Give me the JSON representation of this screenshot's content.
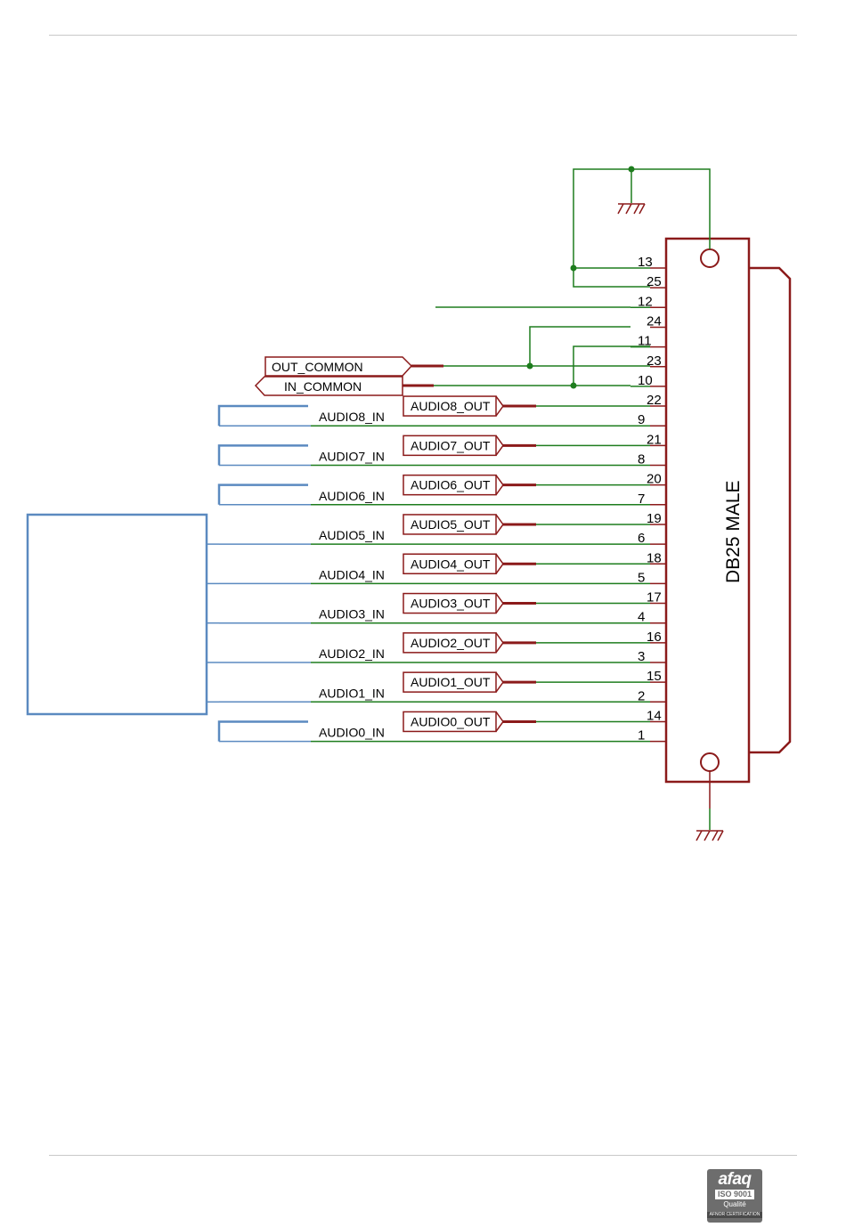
{
  "connector": {
    "label": "DB25 MALE",
    "pins_top_row": [
      "13",
      "12",
      "11",
      "10",
      "9",
      "8",
      "7",
      "6",
      "5",
      "4",
      "3",
      "2",
      "1"
    ],
    "pins_bottom_row": [
      "25",
      "24",
      "23",
      "22",
      "21",
      "20",
      "19",
      "18",
      "17",
      "16",
      "15",
      "14"
    ]
  },
  "ports": {
    "out_common": "OUT_COMMON",
    "in_common": "IN_COMMON"
  },
  "channels": [
    {
      "in_label": "AUDIO8_IN",
      "out_label": "AUDIO8_OUT",
      "in_pin": "9",
      "out_pin": "22"
    },
    {
      "in_label": "AUDIO7_IN",
      "out_label": "AUDIO7_OUT",
      "in_pin": "8",
      "out_pin": "21"
    },
    {
      "in_label": "AUDIO6_IN",
      "out_label": "AUDIO6_OUT",
      "in_pin": "7",
      "out_pin": "20"
    },
    {
      "in_label": "AUDIO5_IN",
      "out_label": "AUDIO5_OUT",
      "in_pin": "6",
      "out_pin": "19"
    },
    {
      "in_label": "AUDIO4_IN",
      "out_label": "AUDIO4_OUT",
      "in_pin": "5",
      "out_pin": "18"
    },
    {
      "in_label": "AUDIO3_IN",
      "out_label": "AUDIO3_OUT",
      "in_pin": "4",
      "out_pin": "17"
    },
    {
      "in_label": "AUDIO2_IN",
      "out_label": "AUDIO2_OUT",
      "in_pin": "3",
      "out_pin": "16"
    },
    {
      "in_label": "AUDIO1_IN",
      "out_label": "AUDIO1_OUT",
      "in_pin": "2",
      "out_pin": "15"
    },
    {
      "in_label": "AUDIO0_IN",
      "out_label": "AUDIO0_OUT",
      "in_pin": "1",
      "out_pin": "14"
    }
  ],
  "logo": {
    "brand": "afaq",
    "iso": "ISO 9001",
    "quality": "Qualité",
    "cert": "AFNOR CERTIFICATION"
  },
  "colors": {
    "wire": "#1e7d1e",
    "part": "#8b1a1a",
    "annotation": "#5b8ac0",
    "rule": "#c8c8c8"
  }
}
